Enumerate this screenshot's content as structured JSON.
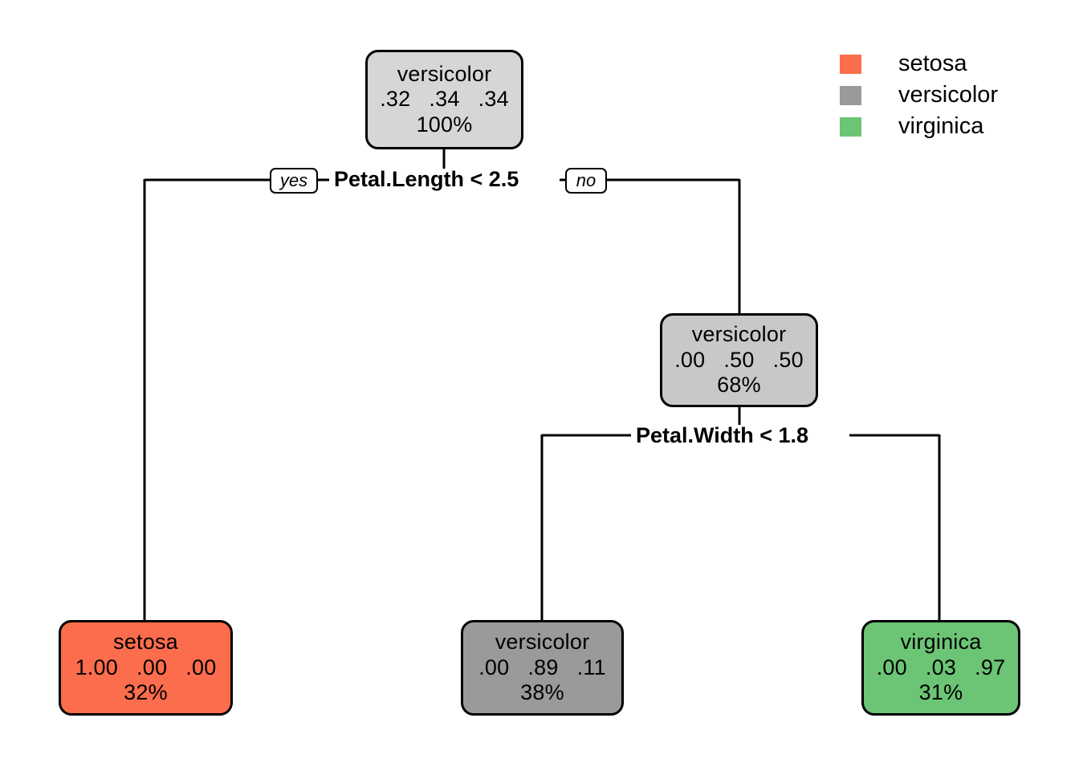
{
  "chart_data": {
    "type": "diagram",
    "diagram_type": "decision-tree",
    "title": "",
    "target_classes": [
      "setosa",
      "versicolor",
      "virginica"
    ],
    "legend": {
      "position": "top-right",
      "entries": [
        {
          "label": "setosa",
          "color": "#FB6D4C"
        },
        {
          "label": "versicolor",
          "color": "#9A9A9A"
        },
        {
          "label": "virginica",
          "color": "#6CC475"
        }
      ]
    },
    "nodes": [
      {
        "id": "root",
        "predicted_class": "versicolor",
        "probs": [
          0.32,
          0.34,
          0.34
        ],
        "probs_text": ".32   .34   .34",
        "pct": "100%",
        "fill": "#D6D6D6",
        "is_leaf": false
      },
      {
        "id": "setosa-leaf",
        "predicted_class": "setosa",
        "probs": [
          1.0,
          0.0,
          0.0
        ],
        "probs_text": "1.00   .00   .00",
        "pct": "32%",
        "fill": "#FB6D4C",
        "is_leaf": true
      },
      {
        "id": "node-right",
        "predicted_class": "versicolor",
        "probs": [
          0.0,
          0.5,
          0.5
        ],
        "probs_text": ".00   .50   .50",
        "pct": "68%",
        "fill": "#C8C8C8",
        "is_leaf": false
      },
      {
        "id": "versicolor-leaf",
        "predicted_class": "versicolor",
        "probs": [
          0.0,
          0.89,
          0.11
        ],
        "probs_text": ".00   .89   .11",
        "pct": "38%",
        "fill": "#9A9A9A",
        "is_leaf": true
      },
      {
        "id": "virginica-leaf",
        "predicted_class": "virginica",
        "probs": [
          0.0,
          0.03,
          0.97
        ],
        "probs_text": ".00   .03   .97",
        "pct": "31%",
        "fill": "#6CC475",
        "is_leaf": true
      }
    ],
    "splits": [
      {
        "id": "split-1",
        "condition": "Petal.Length < 2.5",
        "yes_label": "yes",
        "no_label": "no",
        "yes_child": "setosa-leaf",
        "no_child": "node-right"
      },
      {
        "id": "split-2",
        "condition": "Petal.Width < 1.8",
        "yes_label": "",
        "no_label": "",
        "yes_child": "versicolor-leaf",
        "no_child": "virginica-leaf"
      }
    ]
  },
  "nodes": {
    "root": {
      "class_label": "versicolor",
      "probs_text": ".32   .34   .34",
      "pct": "100%"
    },
    "setosa_leaf": {
      "class_label": "setosa",
      "probs_text": "1.00   .00   .00",
      "pct": "32%"
    },
    "node_right": {
      "class_label": "versicolor",
      "probs_text": ".00   .50   .50",
      "pct": "68%"
    },
    "versicolor_leaf": {
      "class_label": "versicolor",
      "probs_text": ".00   .89   .11",
      "pct": "38%"
    },
    "virginica_leaf": {
      "class_label": "virginica",
      "probs_text": ".00   .03   .97",
      "pct": "31%"
    }
  },
  "splits": {
    "first": {
      "condition": "Petal.Length < 2.5",
      "yes": "yes",
      "no": "no"
    },
    "second": {
      "condition": "Petal.Width < 1.8"
    }
  },
  "legend": {
    "items": [
      {
        "label": "setosa",
        "color": "#FB6D4C"
      },
      {
        "label": "versicolor",
        "color": "#9A9A9A"
      },
      {
        "label": "virginica",
        "color": "#6CC475"
      }
    ]
  },
  "colors": {
    "root_fill": "#D6D6D6",
    "internal_fill": "#C8C8C8",
    "setosa": "#FB6D4C",
    "versicolor": "#9A9A9A",
    "virginica": "#6CC475",
    "stroke": "#000000",
    "background": "#ffffff"
  }
}
